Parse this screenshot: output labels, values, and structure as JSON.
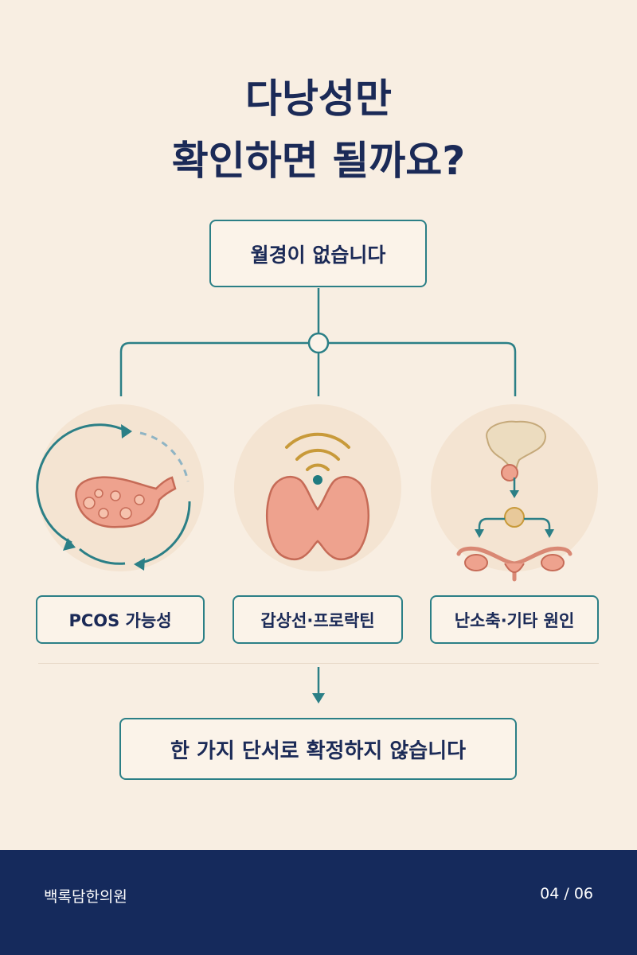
{
  "title": {
    "line1": "다낭성만",
    "line2": "확인하면 될까요?"
  },
  "top_node": "월경이 없습니다",
  "branches": [
    {
      "label": "PCOS 가능성",
      "icon": "ovary-cycle-icon"
    },
    {
      "label": "갑상선·프로락틴",
      "icon": "thyroid-icon"
    },
    {
      "label": "난소축·기타 원인",
      "icon": "pituitary-ovary-axis-icon"
    }
  ],
  "conclusion": "한 가지 단서로 확정하지 않습니다",
  "footer": {
    "brand": "백록담한의원",
    "page": "04 / 06"
  },
  "colors": {
    "background": "#f8eee2",
    "navy": "#1b2a57",
    "teal": "#2b7f86",
    "footer": "#152a5c",
    "tissue": "#e99a86",
    "gold": "#c89a3a"
  }
}
